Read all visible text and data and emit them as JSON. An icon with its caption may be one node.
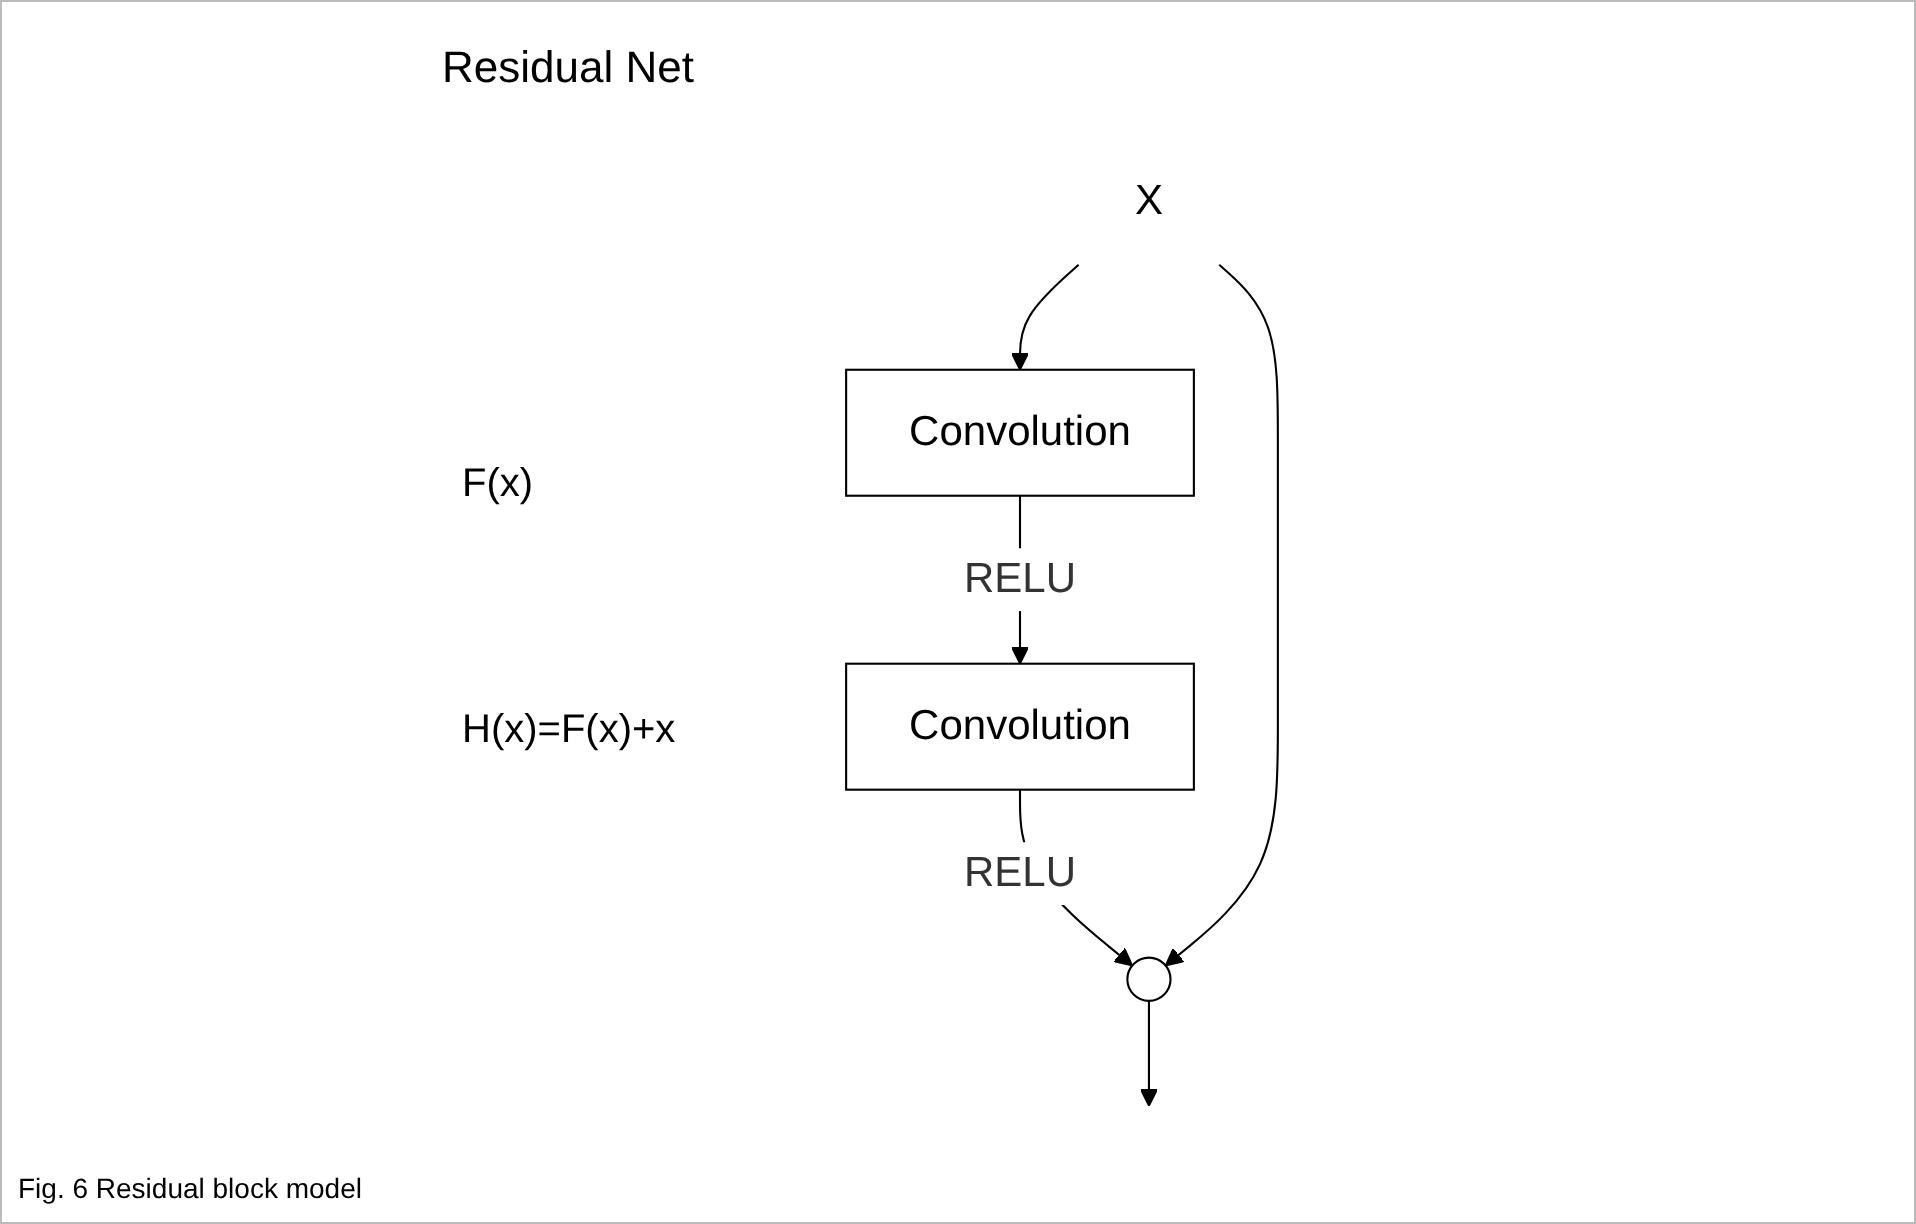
{
  "diagram": {
    "title": "Residual Net",
    "caption": "Fig. 6 Residual block model",
    "nodes": [
      {
        "text": [
          "X"
        ]
      },
      {
        "text": [
          "Convolution"
        ]
      },
      {
        "text": [
          "Convolution"
        ]
      },
      {
        "text": [],
        "shape": "circle"
      }
    ],
    "edges": [
      {
        "from": 0,
        "to": 1,
        "arrow": "to"
      },
      {
        "from": 1,
        "to": 2,
        "arrow": "to",
        "label": "RELU"
      },
      {
        "from": 2,
        "to": 3,
        "arrow": "to",
        "label": "RELU"
      },
      {
        "from": 0,
        "to": 3,
        "arrow": "to"
      },
      {
        "from": 3,
        "to": null,
        "arrow": "to"
      }
    ],
    "labels": [
      "F(x)",
      "H(x)=F(x)+x"
    ]
  }
}
